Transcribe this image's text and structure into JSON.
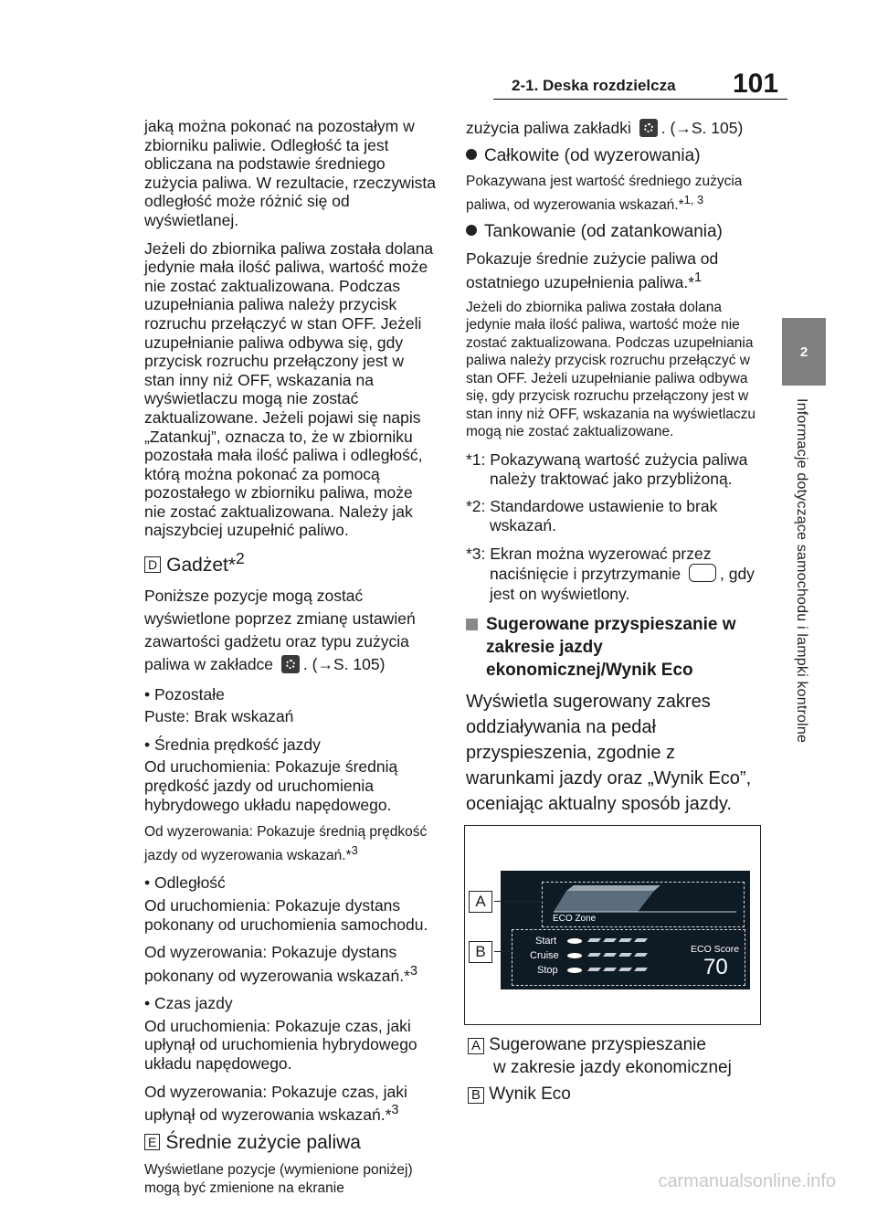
{
  "header": {
    "section": "2-1. Deska rozdzielcza",
    "page": "101"
  },
  "side": {
    "tab": "2",
    "text": "Informacje dotyczące samochodu i lampki kontrolne"
  },
  "left": {
    "p1": "jaką można pokonać na pozostałym w zbiorniku paliwie. Odległość ta jest obliczana na podstawie średniego zużycia paliwa. W rezultacie, rzeczywista odległość może różnić się od wyświetlanej.",
    "p2": "Jeżeli do zbiornika paliwa została dolana jedynie mała ilość paliwa, wartość może nie zostać zaktualizowana. Podczas uzupełniania paliwa należy przycisk rozruchu przełączyć w stan OFF. Jeżeli uzupełnianie paliwa odbywa się, gdy przycisk rozruchu przełączony jest w stan inny niż OFF, wskazania na wyświetlaczu mogą nie zostać zaktualizowane. Jeżeli pojawi się napis „Zatankuj”, oznacza to, że w zbiorniku pozostała mała ilość paliwa i odległość, którą można pokonać za pomocą pozostałego w zbiorniku paliwa, może nie zostać zaktualizowana. Należy jak najszybciej uzupełnić paliwo.",
    "secD_label": "D",
    "secD_title": "Gadżet*",
    "secD_sup": "2",
    "d1a": "Poniższe pozycje mogą zostać wyświetlone poprzez zmianę ustawień zawartości gadżetu oraz typu zużycia paliwa w zakładce",
    "d1b": ". (→S. 105)",
    "d_b1": "• Pozostałe",
    "d_b1t": "Puste: Brak wskazań",
    "d_b2": "• Średnia prędkość jazdy",
    "d_b2a": "Od uruchomienia: Pokazuje średnią prędkość jazdy od uruchomienia hybrydowego układu napędowego.",
    "d_b2b": "Od wyzerowania: Pokazuje średnią prędkość jazdy od wyzerowania wskazań.*",
    "d_b3": "• Odległość",
    "d_b3a": "Od uruchomienia: Pokazuje dystans pokonany od uruchomienia samochodu.",
    "d_b3b": "Od wyzerowania: Pokazuje dystans pokonany od wyzerowania wskazań.*",
    "d_b4": "• Czas jazdy",
    "d_b4a": "Od uruchomienia: Pokazuje czas, jaki upłynął od uruchomienia hybrydowego układu napędowego.",
    "d_b4b": "Od wyzerowania: Pokazuje czas, jaki upłynął od wyzerowania wskazań.*",
    "sup3": "3",
    "secE_label": "E",
    "secE_title": "Średnie zużycie paliwa",
    "e1": "Wyświetlane pozycje (wymienione poniżej) mogą być zmienione na ekranie"
  },
  "right": {
    "r1a": "zużycia paliwa zakładki",
    "r1b": ". (→S. 105)",
    "h1": "Całkowite (od wyzerowania)",
    "h1t": "Pokazywana jest wartość średniego zużycia paliwa, od wyzerowania wskazań.*",
    "h1sup": "1, 3",
    "h2": "Tankowanie (od zatankowania)",
    "h2t": "Pokazuje średnie zużycie paliwa od ostatniego uzupełnienia paliwa.*",
    "h2sup": "1",
    "h2p": "Jeżeli do zbiornika paliwa została dolana jedynie mała ilość paliwa, wartość może nie zostać zaktualizowana. Podczas uzupełniania paliwa należy przycisk rozruchu przełączyć w stan OFF. Jeżeli uzupełnianie paliwa odbywa się, gdy przycisk rozruchu przełączony jest w stan inny niż OFF, wskazania na wyświetlaczu mogą nie zostać zaktualizowane.",
    "n1k": "*1:",
    "n1": "Pokazywaną wartość zużycia paliwa należy traktować jako przybliżoną.",
    "n2k": "*2:",
    "n2": "Standardowe ustawienie to brak wskazań.",
    "n3k": "*3:",
    "n3a": "Ekran można wyzerować przez naciśnięcie i przytrzymanie",
    "n3b": ", gdy jest on wyświetlony.",
    "sq": "Sugerowane przyspieszanie w zakresie jazdy ekonomicznej/Wynik Eco",
    "big": "Wyświetla sugerowany zakres oddziaływania na pedał przyspieszenia, zgodnie z warunkami jazdy oraz „Wynik Eco”, oceniając aktualny sposób jazdy."
  },
  "figure": {
    "label_a": "A",
    "label_b": "B",
    "eco_zone": "ECO Zone",
    "start": "Start",
    "cruise": "Cruise",
    "stop": "Stop",
    "eco_score": "ECO Score",
    "score": "70"
  },
  "legend": {
    "a_key": "A",
    "a_text1": "Sugerowane przyspieszanie",
    "a_text2": "w zakresie jazdy ekonomicznej",
    "b_key": "B",
    "b_text": "Wynik Eco"
  },
  "watermark": "carmanualsonline.info"
}
